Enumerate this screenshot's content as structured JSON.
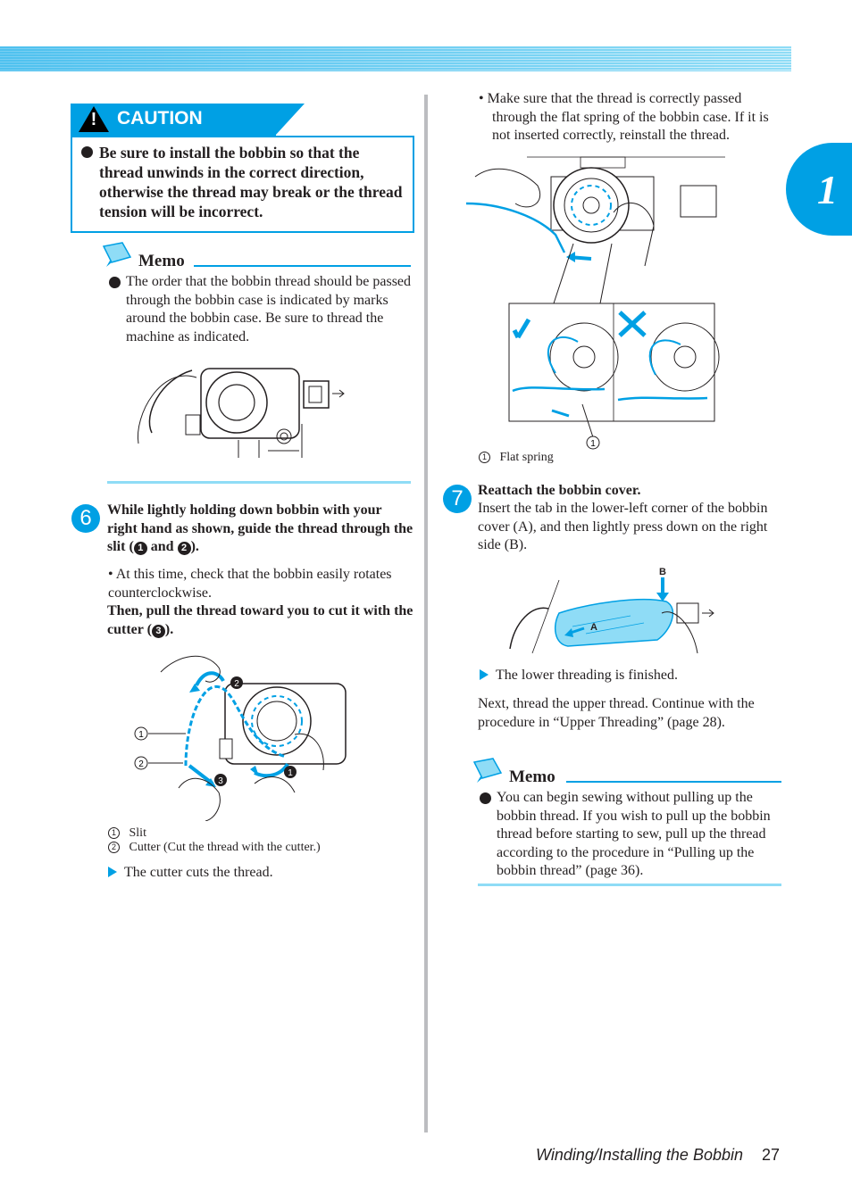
{
  "chapter_number": "1",
  "caution": {
    "label": "CAUTION",
    "icon": "warning-triangle-icon",
    "text": "Be sure to install the bobbin so that the thread unwinds in the correct direction, otherwise the thread may break or the thread tension will be incorrect."
  },
  "memo1": {
    "title": "Memo",
    "text": "The order that the bobbin thread should be passed through the bobbin case is indicated by marks around the bobbin case. Be sure to thread the machine as indicated."
  },
  "step6": {
    "number": "6",
    "bold_a": "While lightly holding down bobbin with your right hand as shown, guide the thread through the slit (",
    "n1": "1",
    "and": " and ",
    "n2": "2",
    "close": ").",
    "bullet": "At this time, check that the bobbin easily rotates counterclockwise.",
    "bold_b": "Then, pull the thread toward you to cut it with the cutter (",
    "n3": "3",
    "close_b": ").",
    "fig_labels": {
      "l1": "1",
      "l2": "2",
      "b1": "1",
      "b2": "2",
      "b3": "3"
    },
    "caption1_num": "1",
    "caption1": "Slit",
    "caption2_num": "2",
    "caption2": "Cutter (Cut the thread with the cutter.)",
    "result": "The cutter cuts the thread."
  },
  "right_top_bullet": "Make sure that the thread is correctly passed through the flat spring of the bobbin case. If it is not inserted correctly, reinstall the thread.",
  "flat_spring": {
    "num": "1",
    "label": "Flat spring",
    "fig_num": "1"
  },
  "step7": {
    "number": "7",
    "title": "Reattach the bobbin cover.",
    "text": "Insert the tab in the lower-left corner of the bobbin cover (A), and then lightly press down on the right side (B).",
    "label_a": "A",
    "label_b": "B",
    "result": "The lower threading is finished.",
    "next": "Next, thread the upper thread. Continue with the procedure in “Upper Threading” (page 28)."
  },
  "memo2": {
    "title": "Memo",
    "text": "You can begin sewing without pulling up the bobbin thread. If you wish to pull up the bobbin thread before starting to sew, pull up the thread according to the procedure in “Pulling up the bobbin thread” (page 36)."
  },
  "footer": {
    "title": "Winding/Installing the Bobbin",
    "page": "27"
  },
  "colors": {
    "accent": "#00a0e4",
    "light_accent": "#8fdcf6",
    "text": "#231f20"
  }
}
